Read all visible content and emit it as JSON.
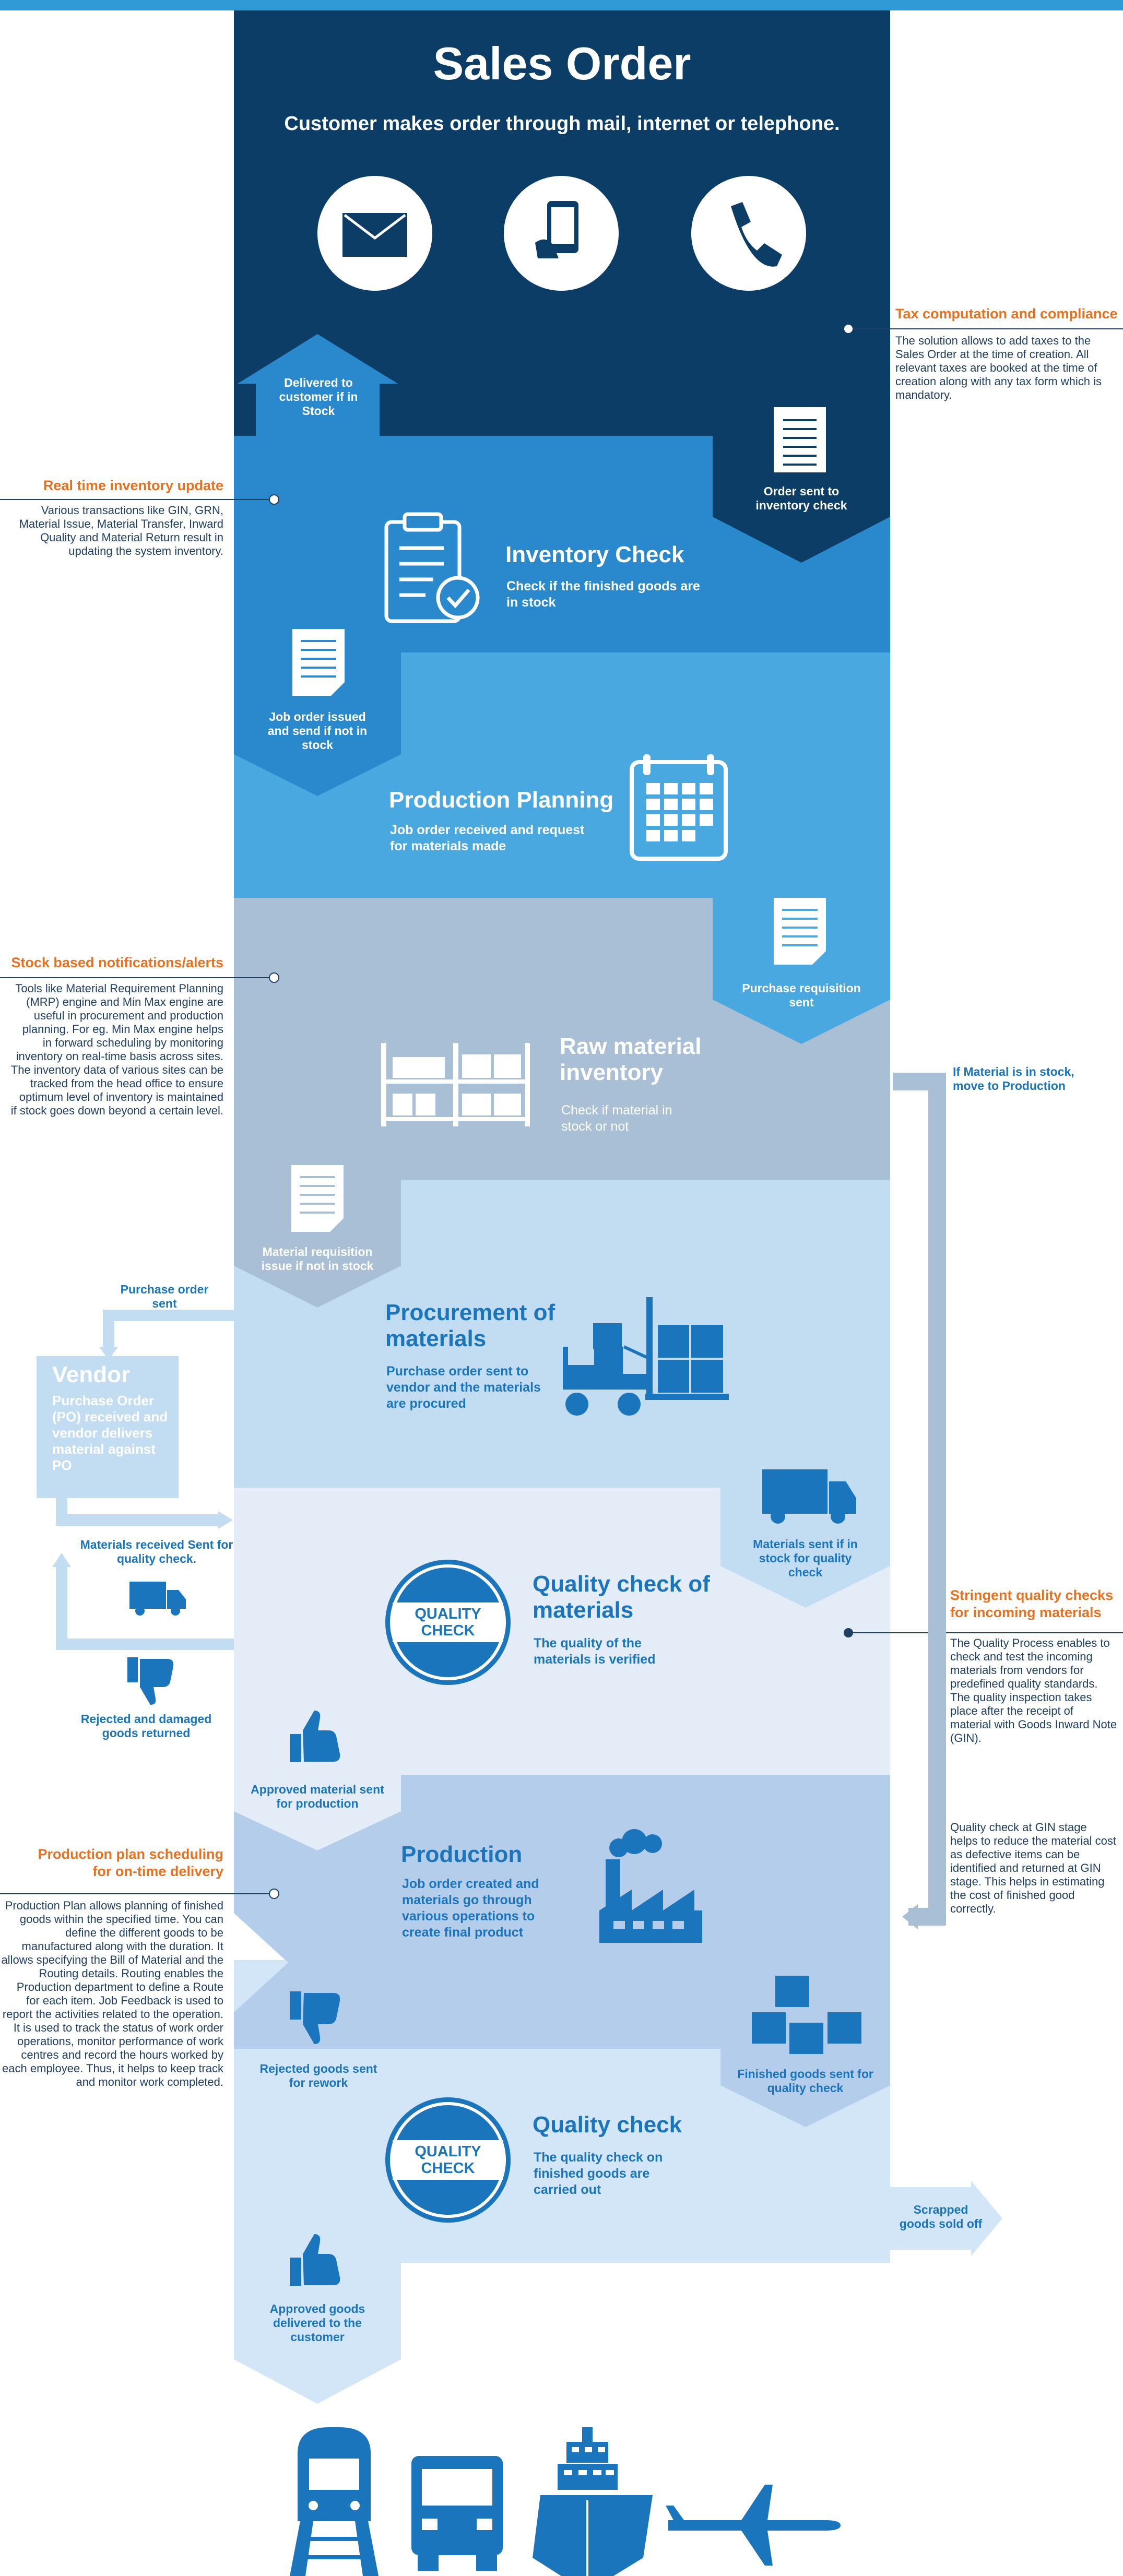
{
  "header": {
    "title": "Sales Order",
    "subtitle": "Customer makes order through mail, internet or telephone."
  },
  "colors": {
    "top_bar": "#2e9ad6",
    "navy": "#0b3d66",
    "blue": "#1b75bc",
    "orange": "#e8701f",
    "band_inventory": "#2a89cc",
    "band_planning": "#4aa8e0",
    "band_raw": "#a9bfd6",
    "band_procurement": "#c2dcf2",
    "band_quality1": "#e3ecf7",
    "band_production": "#b4cdea",
    "band_quality2": "#d3e6f7"
  },
  "arrows": {
    "delivered": "Delivered to customer if in Stock",
    "order_sent": "Order sent to inventory check",
    "job_order_issued": "Job order issued and send if not in stock",
    "purchase_requisition": "Purchase requisition sent",
    "material_requisition": "Material requisition issue if not in stock",
    "purchase_order_sent": "Purchase order sent",
    "materials_received": "Materials received Sent for quality check.",
    "materials_sent_stock": "Materials sent if in stock for quality check",
    "rejected_damaged": "Rejected and damaged goods returned",
    "approved_material": "Approved material sent for production",
    "if_material_in_stock": "If Material is in stock, move to Production",
    "rejected_goods_rework": "Rejected goods sent for rework",
    "finished_goods_qc": "Finished goods sent for quality check",
    "scrapped": "Scrapped goods sold off",
    "approved_goods": "Approved goods delivered to the customer"
  },
  "stages": {
    "inventory": {
      "title": "Inventory Check",
      "desc": "Check if the finished goods are in stock"
    },
    "planning": {
      "title": "Production Planning",
      "desc": "Job order received and request for materials made"
    },
    "raw": {
      "title": "Raw material inventory",
      "desc": "Check if material in stock or not"
    },
    "procurement": {
      "title": "Procurement of materials",
      "desc": "Purchase order sent to vendor and the materials are procured"
    },
    "quality1": {
      "title": "Quality check of materials",
      "desc": "The quality of the materials is verified"
    },
    "production": {
      "title": "Production",
      "desc": "Job order created and materials go through various operations to create final product"
    },
    "quality2": {
      "title": "Quality check",
      "desc": "The quality check on finished goods are carried out"
    }
  },
  "quality_badge": "QUALITY CHECK",
  "vendor": {
    "title": "Vendor",
    "desc": "Purchase Order (PO) received and vendor delivers material against PO"
  },
  "side_notes": {
    "tax": {
      "heading": "Tax computation and compliance",
      "body": "The solution allows to add taxes to the Sales Order at the time of creation. All relevant taxes are booked at the time of creation along with any tax form which is mandatory."
    },
    "inventory_update": {
      "heading": "Real time inventory update",
      "body": "Various transactions like GIN, GRN, Material Issue, Material Transfer, Inward Quality and Material Return result in updating the system inventory."
    },
    "notifications": {
      "heading": "Stock based notifications/alerts",
      "body": "Tools like Material Requirement Planning (MRP) engine and Min Max engine are useful in procurement and production planning. For eg. Min Max engine helps in forward scheduling by monitoring inventory on real-time basis across sites. The inventory data of various sites can be tracked from the head office to ensure optimum level of inventory is maintained if stock goes down beyond a certain level."
    },
    "quality": {
      "heading": "Stringent quality checks for incoming materials",
      "body1": "The Quality Process enables to check and test the incoming materials from vendors for predefined quality standards. The quality inspection takes place after the receipt of material with Goods Inward Note (GIN).",
      "body2": "Quality check at GIN stage helps to reduce the material cost as defective items can be identified and returned at GIN stage. This helps in estimating the cost of finished good correctly."
    },
    "scheduling": {
      "heading": "Production plan scheduling for on-time delivery",
      "body": "Production Plan allows planning of finished goods within the specified time. You can define the different goods to be manufactured along with the duration. It allows specifying the Bill of Material and the Routing details. Routing enables the Production department to define a Route for each item. Job Feedback is used to report the activities related to the operation. It is used to track the status of work order operations, monitor performance of work centres and record the hours worked by each employee. Thus, it helps to keep track and monitor work completed."
    }
  },
  "icons": {
    "order_channels": [
      "mail-icon",
      "phone-tablet-icon",
      "telephone-icon"
    ],
    "transport": [
      "train-icon",
      "truck-icon",
      "ship-icon",
      "airplane-icon"
    ]
  }
}
